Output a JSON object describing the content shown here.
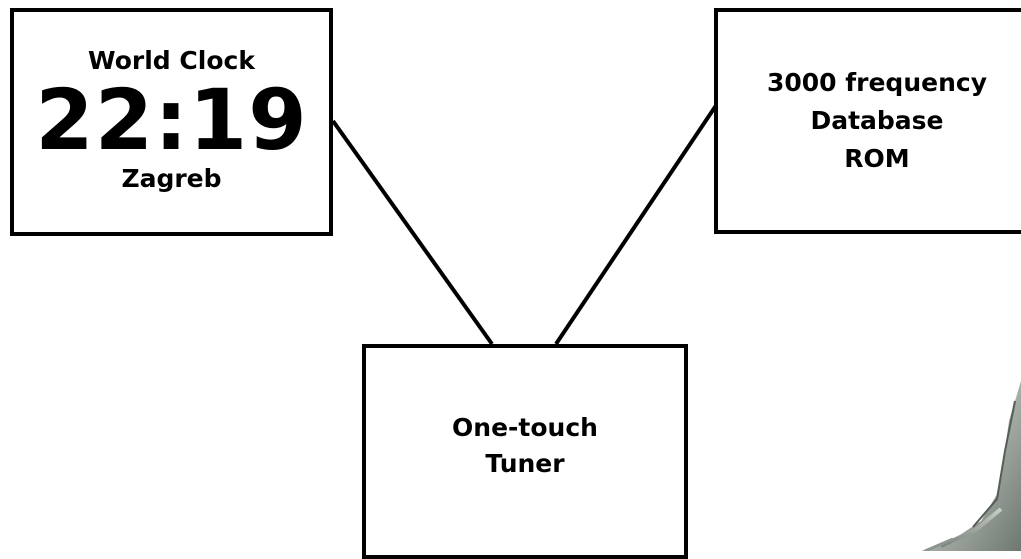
{
  "nodes": {
    "world_clock": {
      "title": "World Clock",
      "time": "22:19",
      "city": "Zagreb"
    },
    "database": {
      "lines": [
        "3000 frequency",
        "Database",
        "ROM"
      ]
    },
    "tuner": {
      "lines": [
        "One-touch",
        "Tuner"
      ]
    }
  },
  "edges": [
    {
      "from": "world_clock",
      "to": "tuner"
    },
    {
      "from": "database",
      "to": "tuner"
    }
  ],
  "colors": {
    "border": "#000000",
    "background": "#ffffff",
    "device_shadow": "#9aa39c"
  },
  "icons": {
    "corner_graphic": "device-photo-corner"
  }
}
